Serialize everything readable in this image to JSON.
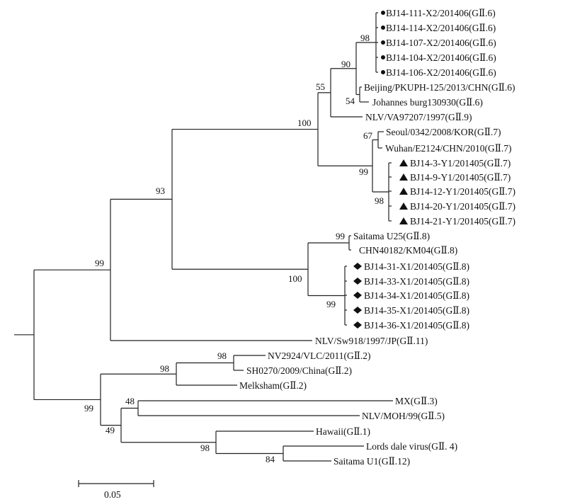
{
  "tree": {
    "tips": [
      {
        "id": "t1",
        "label": "BJ14-111-X2/201406(GⅡ.6)",
        "marker": "circle"
      },
      {
        "id": "t2",
        "label": "BJ14-114-X2/201406(GⅡ.6)",
        "marker": "circle"
      },
      {
        "id": "t3",
        "label": "BJ14-107-X2/201406(GⅡ.6)",
        "marker": "circle"
      },
      {
        "id": "t4",
        "label": "BJ14-104-X2/201406(GⅡ.6)",
        "marker": "circle"
      },
      {
        "id": "t5",
        "label": "BJ14-106-X2/201406(GⅡ.6)",
        "marker": "circle"
      },
      {
        "id": "t6",
        "label": "Beijing/PKUPH-125/2013/CHN(GⅡ.6)",
        "marker": ""
      },
      {
        "id": "t7",
        "label": "Johannes burg130930(GⅡ.6)",
        "marker": ""
      },
      {
        "id": "t8",
        "label": "NLV/VA97207/1997(GⅡ.9)",
        "marker": ""
      },
      {
        "id": "t9",
        "label": "Seoul/0342/2008/KOR(GⅡ.7)",
        "marker": ""
      },
      {
        "id": "t10",
        "label": "Wuhan/E2124/CHN/2010(GⅡ.7)",
        "marker": ""
      },
      {
        "id": "t11",
        "label": "BJ14-3-Y1/201405(GⅡ.7)",
        "marker": "triangle"
      },
      {
        "id": "t12",
        "label": "BJ14-9-Y1/201405(GⅡ.7)",
        "marker": "triangle"
      },
      {
        "id": "t13",
        "label": "BJ14-12-Y1/201405(GⅡ.7)",
        "marker": "triangle"
      },
      {
        "id": "t14",
        "label": "BJ14-20-Y1/201405(GⅡ.7)",
        "marker": "triangle"
      },
      {
        "id": "t15",
        "label": "BJ14-21-Y1/201405(GⅡ.7)",
        "marker": "triangle"
      },
      {
        "id": "t16",
        "label": "Saitama U25(GⅡ.8)",
        "marker": ""
      },
      {
        "id": "t17",
        "label": "CHN40182/KM04(GⅡ.8)",
        "marker": ""
      },
      {
        "id": "t18",
        "label": "BJ14-31-X1/201405(GⅡ.8)",
        "marker": "diamond"
      },
      {
        "id": "t19",
        "label": "BJ14-33-X1/201405(GⅡ.8)",
        "marker": "diamond"
      },
      {
        "id": "t20",
        "label": "BJ14-34-X1/201405(GⅡ.8)",
        "marker": "diamond"
      },
      {
        "id": "t21",
        "label": "BJ14-35-X1/201405(GⅡ.8)",
        "marker": "diamond"
      },
      {
        "id": "t22",
        "label": "BJ14-36-X1/201405(GⅡ.8)",
        "marker": "diamond"
      },
      {
        "id": "t23",
        "label": "NLV/Sw918/1997/JP(GⅡ.11)",
        "marker": ""
      },
      {
        "id": "t24",
        "label": "NV2924/VLC/2011(GⅡ.2)",
        "marker": ""
      },
      {
        "id": "t25",
        "label": "SH0270/2009/China(GⅡ.2)",
        "marker": ""
      },
      {
        "id": "t26",
        "label": "Melksham(GⅡ.2)",
        "marker": ""
      },
      {
        "id": "t27",
        "label": "MX(GⅡ.3)",
        "marker": ""
      },
      {
        "id": "t28",
        "label": "NLV/MOH/99(GⅡ.5)",
        "marker": ""
      },
      {
        "id": "t29",
        "label": "Hawaii(GⅡ.1)",
        "marker": ""
      },
      {
        "id": "t30",
        "label": "Lords dale virus(GⅡ. 4)",
        "marker": ""
      },
      {
        "id": "t31",
        "label": "Saitama U1(GⅡ.12)",
        "marker": ""
      }
    ],
    "bootstrap": [
      {
        "node": "n_t1_t5",
        "value": "98"
      },
      {
        "node": "n_t6_t7",
        "value": "54"
      },
      {
        "node": "n_t1_t7",
        "value": "90"
      },
      {
        "node": "n_t1_t8",
        "value": "55"
      },
      {
        "node": "n_t9_t10",
        "value": "67"
      },
      {
        "node": "n_t11_t15",
        "value": "98"
      },
      {
        "node": "n_t9_t15",
        "value": "99"
      },
      {
        "node": "n_t1_t15",
        "value": "100"
      },
      {
        "node": "n_t16_t17",
        "value": "99"
      },
      {
        "node": "n_t18_t22",
        "value": "99"
      },
      {
        "node": "n_t16_t22",
        "value": "100"
      },
      {
        "node": "n_t1_t22",
        "value": "93"
      },
      {
        "node": "n_t1_t23",
        "value": "99"
      },
      {
        "node": "n_t24_t25",
        "value": "98"
      },
      {
        "node": "n_t24_t26",
        "value": "98"
      },
      {
        "node": "n_t27_t28",
        "value": "48"
      },
      {
        "node": "n_t30_t31",
        "value": "84"
      },
      {
        "node": "n_t29_t31",
        "value": "98"
      },
      {
        "node": "n_t27_t31",
        "value": "49"
      },
      {
        "node": "n_t24_t31",
        "value": "99"
      }
    ]
  },
  "scale_bar": {
    "value": 0.05,
    "label": "0.05"
  }
}
